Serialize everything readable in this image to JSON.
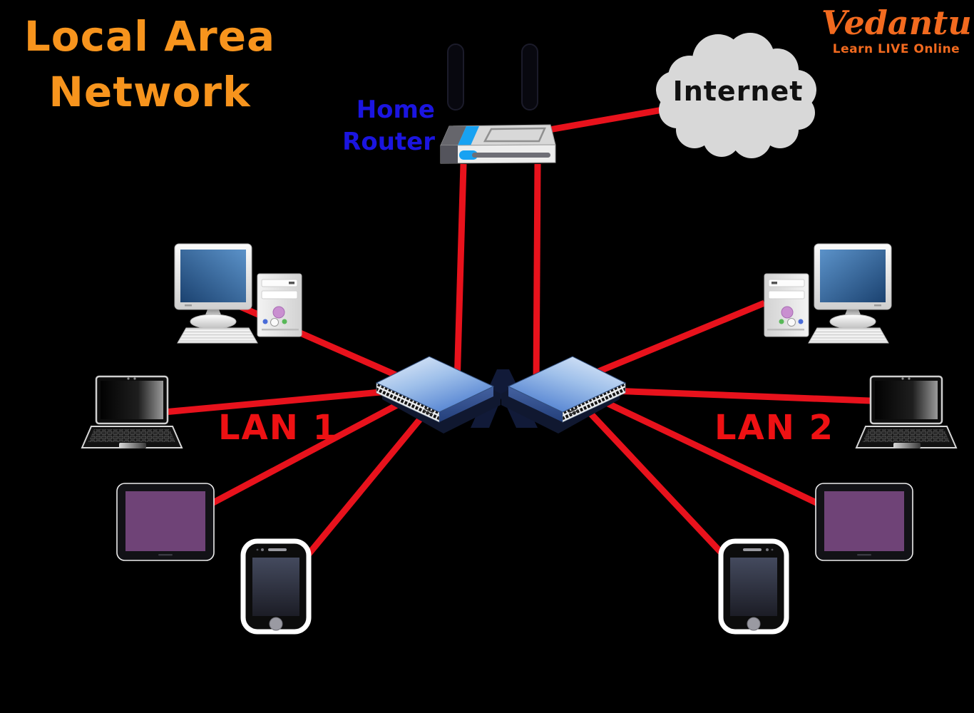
{
  "title": {
    "line1": "Local Area",
    "line2": "Network"
  },
  "brand": {
    "name": "Vedantu",
    "tagline": "Learn LIVE Online"
  },
  "labels": {
    "router_line1": "Home",
    "router_line2": "Router",
    "internet": "Internet",
    "lan1": "LAN 1",
    "lan2": "LAN 2"
  },
  "colors": {
    "background": "#000000",
    "title_orange": "#f7941d",
    "brand_orange": "#f26a1f",
    "router_label_blue": "#1b15e0",
    "lan_label_red": "#ee1113",
    "connection_red": "#e8121c",
    "cloud_gray": "#d8d8d8",
    "switch_blue": "#4f7fd0",
    "tablet_screen_purple": "#6f4377",
    "router_accent_blue": "#18a2f2"
  },
  "diagram": {
    "nodes": [
      "internet",
      "home-router",
      "lan1-switch",
      "lan2-switch",
      "lan1-desktop",
      "lan1-laptop",
      "lan1-tablet",
      "lan1-smartphone",
      "lan2-desktop",
      "lan2-laptop",
      "lan2-tablet",
      "lan2-smartphone"
    ],
    "connections": [
      {
        "from": "home-router",
        "to": "internet"
      },
      {
        "from": "home-router",
        "to": "lan1-switch"
      },
      {
        "from": "home-router",
        "to": "lan2-switch"
      },
      {
        "from": "lan1-switch",
        "to": "lan1-desktop"
      },
      {
        "from": "lan1-switch",
        "to": "lan1-laptop"
      },
      {
        "from": "lan1-switch",
        "to": "lan1-tablet"
      },
      {
        "from": "lan1-switch",
        "to": "lan1-smartphone"
      },
      {
        "from": "lan2-switch",
        "to": "lan2-desktop"
      },
      {
        "from": "lan2-switch",
        "to": "lan2-laptop"
      },
      {
        "from": "lan2-switch",
        "to": "lan2-tablet"
      },
      {
        "from": "lan2-switch",
        "to": "lan2-smartphone"
      }
    ]
  }
}
